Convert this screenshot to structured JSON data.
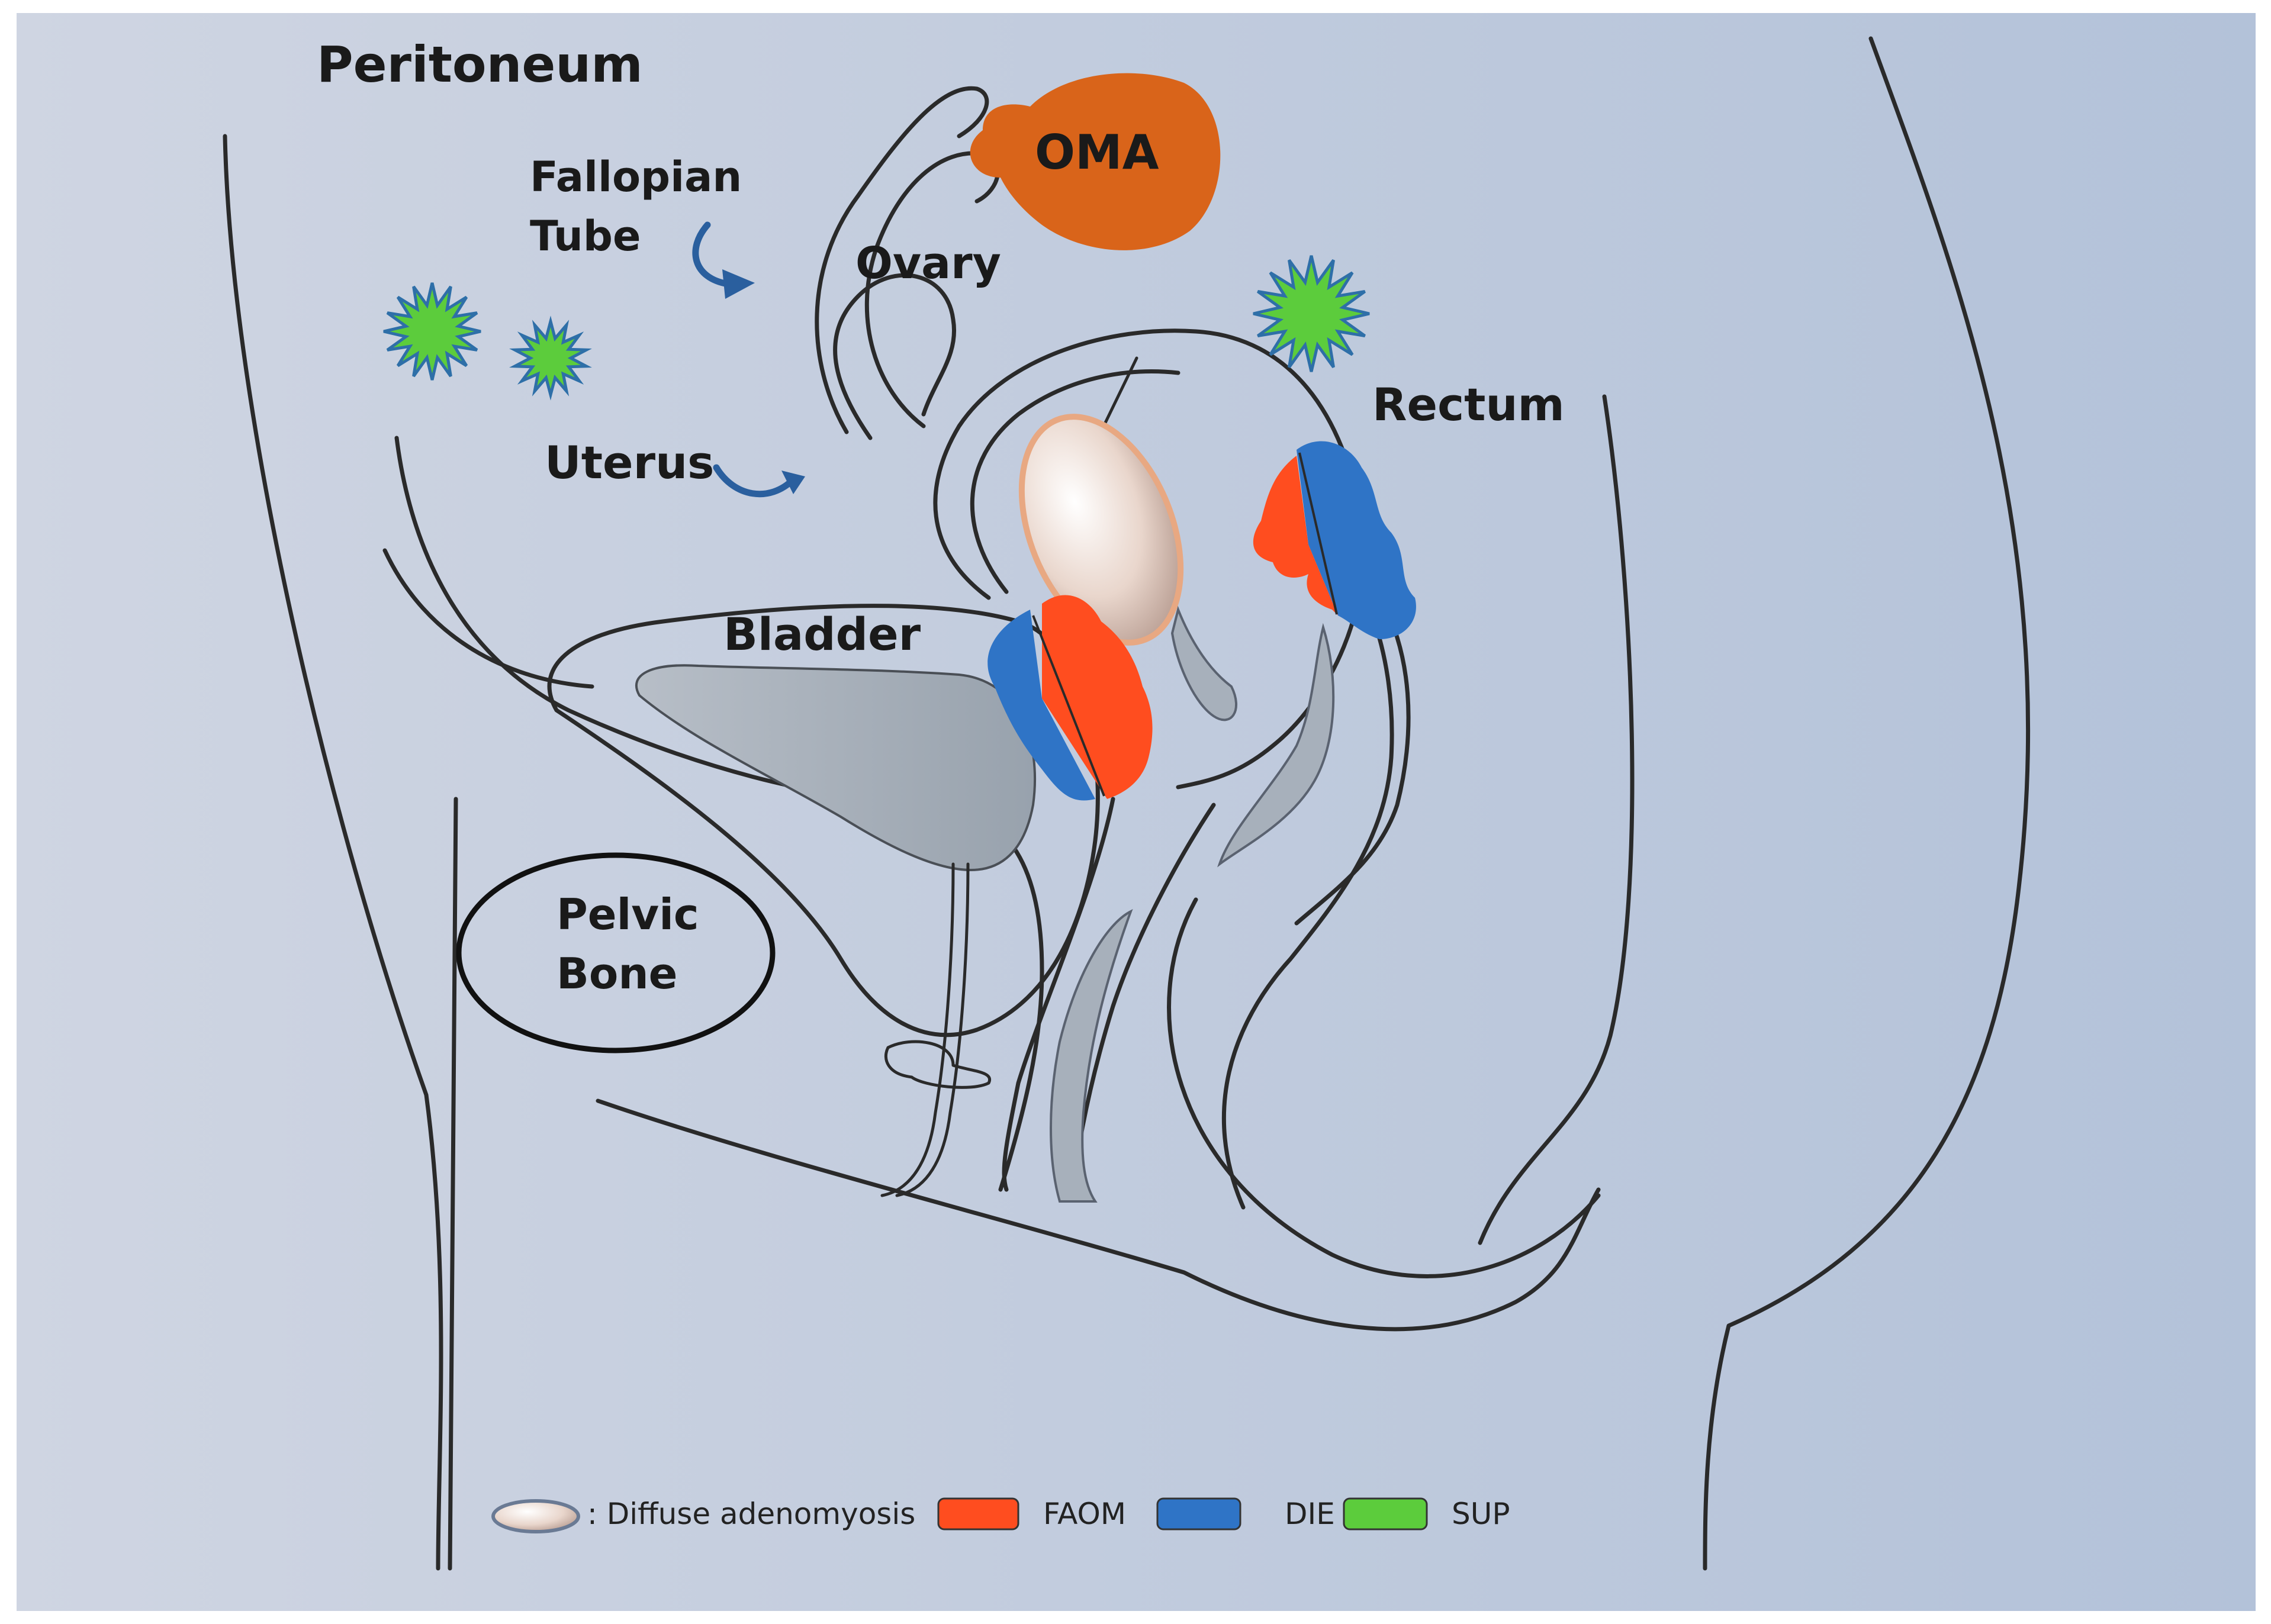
{
  "colors": {
    "background_left": "#cfd5e2",
    "background_right": "#b3c2d9",
    "oma": "#d9641a",
    "faom": "#ff4d1f",
    "die": "#2f74c6",
    "sup": "#5ccc3c",
    "adenomyosis_fill": "#e6cfc3",
    "adenomyosis_ring": "#e8a882",
    "bladder_fill": "#a3acb6",
    "arrow": "#2a5f9e",
    "outline": "#2a2a2a"
  },
  "labels": {
    "peritoneum": "Peritoneum",
    "fallopian_tube_line1": "Fallopian",
    "fallopian_tube_line2": "Tube",
    "ovary": "Ovary",
    "oma": "OMA",
    "uterus": "Uterus",
    "rectum": "Rectum",
    "bladder": "Bladder",
    "pelvic_bone_line1": "Pelvic",
    "pelvic_bone_line2": "Bone"
  },
  "legend": {
    "adenomyosis": ": Diffuse adenomyosis",
    "faom": "FAOM",
    "die": "DIE",
    "sup": "SUP"
  },
  "icons": {
    "lesion_shape": "starburst",
    "arrow_shape": "curved-arrow"
  }
}
